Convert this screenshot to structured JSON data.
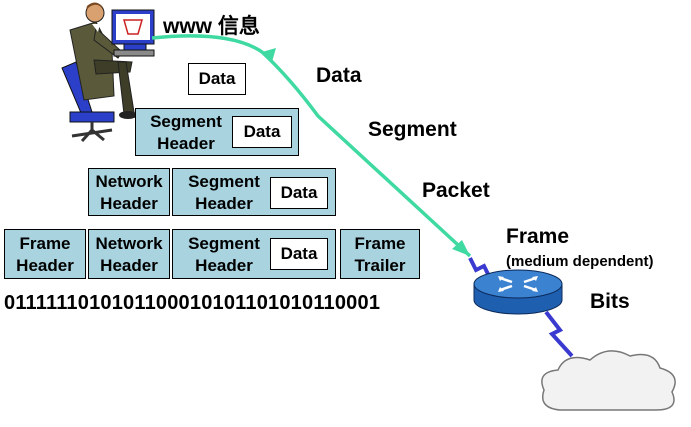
{
  "top_label": "www 信息",
  "data_label": "Data",
  "segment_header": "Segment Header",
  "network_header": "Network Header",
  "frame_header": "Frame Header",
  "frame_trailer": "Frame Trailer",
  "stage_labels": {
    "data": "Data",
    "segment": "Segment",
    "packet": "Packet",
    "frame": "Frame",
    "frame_note": "(medium dependent)",
    "bits": "Bits"
  },
  "bitstream": "0111111010101100010101101010110001",
  "icons": [
    "person-at-computer-icon",
    "router-icon",
    "cloud-icon"
  ],
  "colors": {
    "header_fill": "#a9d3df",
    "arrow": "#3fd9a2",
    "link": "#3a3ad0"
  }
}
